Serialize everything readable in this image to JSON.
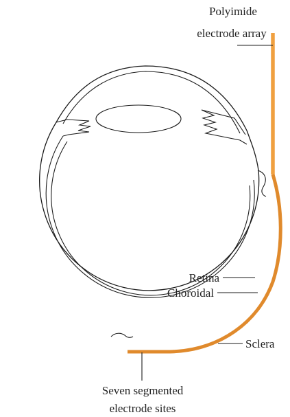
{
  "labels": {
    "polyimide_line1": "Polyimide",
    "polyimide_line2": "electrode array",
    "retina": "Retina",
    "choroidal": "Choroidal",
    "sclera": "Sclera",
    "seven_line1": "Seven segmented",
    "seven_line2": "electrode sites"
  },
  "colors": {
    "electrode_array": "#f0a040",
    "outline": "#1a1a1a",
    "text": "#222222"
  }
}
